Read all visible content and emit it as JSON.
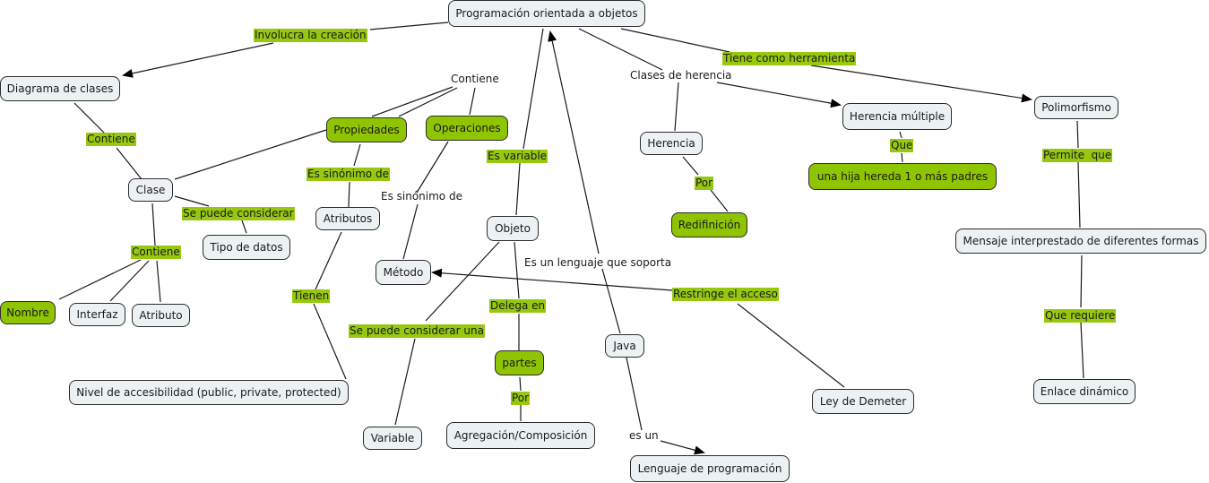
{
  "map": {
    "title": "Programación orientada a objetos",
    "colors": {
      "node_fill": "#ecf2f4",
      "highlight_node": "#8fc400",
      "highlight_label": "#97c80f",
      "stroke": "#2b2b2b"
    },
    "nodes": {
      "poo": "Programación orientada a objetos",
      "diagrama": "Diagrama de clases",
      "clase": "Clase",
      "tipo_datos": "Tipo de datos",
      "nombre": "Nombre",
      "interfaz": "Interfaz",
      "atributo": "Atributo",
      "propiedades": "Propiedades",
      "operaciones": "Operaciones",
      "atributos": "Atributos",
      "metodo": "Método",
      "nivel": "Nivel de accesibilidad (public, private, protected)",
      "objeto": "Objeto",
      "variable": "Variable",
      "partes": "partes",
      "agregacion": "Agregación/Composición",
      "java": "Java",
      "lenguaje": "Lenguaje de programación",
      "herencia": "Herencia",
      "redifinicion": "Redifinición",
      "herencia_multiple": "Herencia múltiple",
      "hija": "una hija hereda 1 o más padres",
      "ley_demeter": "Ley de Demeter",
      "polimorfismo": "Polimorfismo",
      "mensaje": "Mensaje interprestado de diferentes formas",
      "enlace": "Enlace dinámico"
    },
    "links": {
      "involucra": "Involucra la creación",
      "contiene_top": "Contiene",
      "contiene_diagrama": "Contiene",
      "contiene_clase": "Contiene",
      "se_puede_considerar": "Se puede considerar",
      "es_sinonimo_prop": "Es sinónimo de",
      "es_sinonimo_op": "Es sinónimo de",
      "tienen": "Tienen",
      "es_variable": "Es variable",
      "se_puede_considerar_una": "Se puede considerar una",
      "delega_en": "Delega en",
      "por_partes": "Por",
      "es_lenguaje": "Es un lenguaje que soporta",
      "es_un": "es un",
      "clases_herencia": "Clases de herencia",
      "por_herencia": "Por",
      "que": "Que",
      "restringe": "Restringe el acceso",
      "tiene_herramienta": "Tiene como herramienta",
      "permite_que": "Permite  que",
      "que_requiere": "Que requiere"
    }
  }
}
